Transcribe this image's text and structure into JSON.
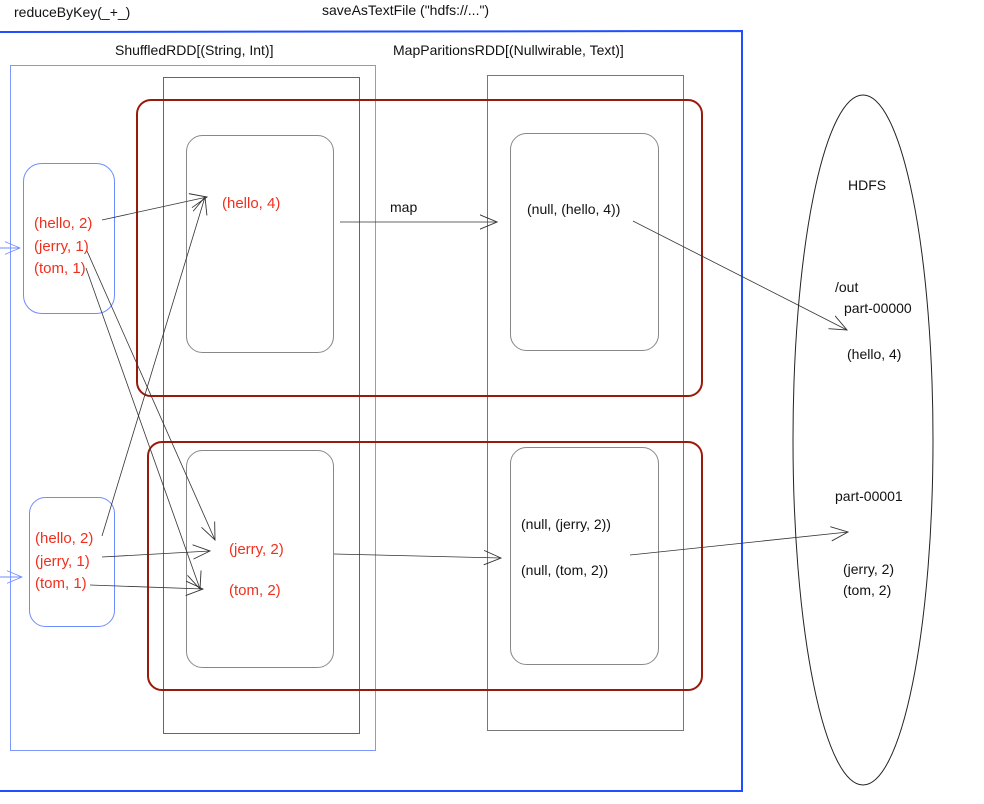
{
  "diagram": {
    "title_left": "reduceByKey(_+_)",
    "title_right": "saveAsTextFile (\"hdfs://...\")",
    "colors": {
      "outer_frame": "#1f4fff",
      "input_stage": "#7f98ff",
      "partition_group": "#9a1a0a",
      "rdd_box": "#777777",
      "record_text": "#f0301e",
      "arrow": "#333333"
    },
    "rdds": {
      "shuffled": {
        "label": "ShuffledRDD[(String, Int)]"
      },
      "map_partitions": {
        "label": "MapParitionsRDD[(Nullwirable, Text)]"
      }
    },
    "input_partitions": [
      {
        "records": [
          "(hello, 2)",
          "(jerry, 1)",
          "(tom, 1)"
        ]
      },
      {
        "records": [
          "(hello, 2)",
          "(jerry, 1)",
          "(tom, 1)"
        ]
      }
    ],
    "shuffled_partitions": [
      {
        "records": [
          "(hello, 4)"
        ]
      },
      {
        "records": [
          "(jerry, 2)",
          "(tom, 2)"
        ]
      }
    ],
    "map_label": "map",
    "mapped_partitions": [
      {
        "records": [
          "(null, (hello, 4))"
        ]
      },
      {
        "records": [
          "(null, (jerry, 2))",
          "(null, (tom, 2))"
        ]
      }
    ],
    "hdfs": {
      "label": "HDFS",
      "dir": "/out",
      "files": [
        {
          "name": "part-00000",
          "records": [
            "(hello, 4)"
          ]
        },
        {
          "name": "part-00001",
          "records": [
            "(jerry, 2)",
            "(tom, 2)"
          ]
        }
      ]
    }
  }
}
